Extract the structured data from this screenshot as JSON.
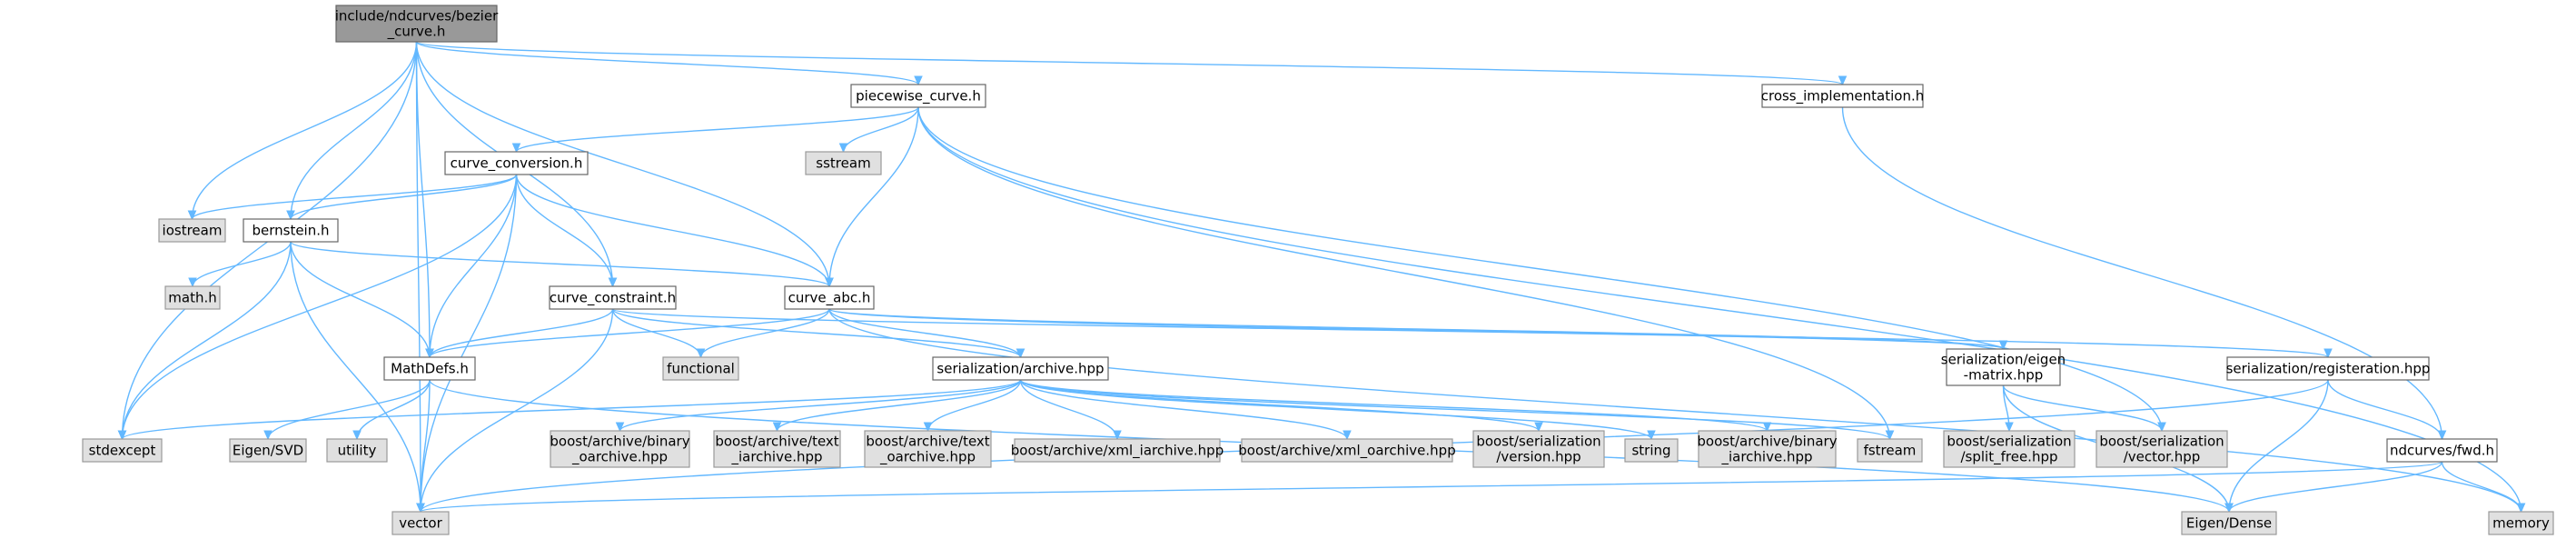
{
  "graph": {
    "node_colors": {
      "root": "#999999",
      "header": "#ffffff",
      "external": "#e0e0e0",
      "edge": "#63b8ff",
      "border": "#666666"
    },
    "nodes": [
      {
        "id": "bezier_curve",
        "kind": "root",
        "lines": [
          "include/ndcurves/bezier",
          "_curve.h"
        ]
      },
      {
        "id": "piecewise_curve",
        "kind": "header",
        "lines": [
          "piecewise_curve.h"
        ]
      },
      {
        "id": "cross_implementation",
        "kind": "header",
        "lines": [
          "cross_implementation.h"
        ]
      },
      {
        "id": "curve_conversion",
        "kind": "header",
        "lines": [
          "curve_conversion.h"
        ]
      },
      {
        "id": "sstream",
        "kind": "external",
        "lines": [
          "sstream"
        ]
      },
      {
        "id": "iostream",
        "kind": "external",
        "lines": [
          "iostream"
        ]
      },
      {
        "id": "bernstein",
        "kind": "header",
        "lines": [
          "bernstein.h"
        ]
      },
      {
        "id": "math_h",
        "kind": "external",
        "lines": [
          "math.h"
        ]
      },
      {
        "id": "curve_constraint",
        "kind": "header",
        "lines": [
          "curve_constraint.h"
        ]
      },
      {
        "id": "curve_abc",
        "kind": "header",
        "lines": [
          "curve_abc.h"
        ]
      },
      {
        "id": "mathdefs",
        "kind": "header",
        "lines": [
          "MathDefs.h"
        ]
      },
      {
        "id": "functional",
        "kind": "external",
        "lines": [
          "functional"
        ]
      },
      {
        "id": "ser_archive",
        "kind": "header",
        "lines": [
          "serialization/archive.hpp"
        ]
      },
      {
        "id": "ser_eigen",
        "kind": "header",
        "lines": [
          "serialization/eigen",
          "-matrix.hpp"
        ]
      },
      {
        "id": "ser_register",
        "kind": "header",
        "lines": [
          "serialization/registeration.hpp"
        ]
      },
      {
        "id": "stdexcept",
        "kind": "external",
        "lines": [
          "stdexcept"
        ]
      },
      {
        "id": "eigen_svd",
        "kind": "external",
        "lines": [
          "Eigen/SVD"
        ]
      },
      {
        "id": "utility",
        "kind": "external",
        "lines": [
          "utility"
        ]
      },
      {
        "id": "ba_bin_oarchive",
        "kind": "external",
        "lines": [
          "boost/archive/binary",
          "_oarchive.hpp"
        ]
      },
      {
        "id": "ba_text_iarchive",
        "kind": "external",
        "lines": [
          "boost/archive/text",
          "_iarchive.hpp"
        ]
      },
      {
        "id": "ba_text_oarchive",
        "kind": "external",
        "lines": [
          "boost/archive/text",
          "_oarchive.hpp"
        ]
      },
      {
        "id": "ba_xml_iarchive",
        "kind": "external",
        "lines": [
          "boost/archive/xml_iarchive.hpp"
        ]
      },
      {
        "id": "ba_xml_oarchive",
        "kind": "external",
        "lines": [
          "boost/archive/xml_oarchive.hpp"
        ]
      },
      {
        "id": "bs_version",
        "kind": "external",
        "lines": [
          "boost/serialization",
          "/version.hpp"
        ]
      },
      {
        "id": "string",
        "kind": "external",
        "lines": [
          "string"
        ]
      },
      {
        "id": "ba_bin_iarchive",
        "kind": "external",
        "lines": [
          "boost/archive/binary",
          "_iarchive.hpp"
        ]
      },
      {
        "id": "fstream",
        "kind": "external",
        "lines": [
          "fstream"
        ]
      },
      {
        "id": "bs_split_free",
        "kind": "external",
        "lines": [
          "boost/serialization",
          "/split_free.hpp"
        ]
      },
      {
        "id": "bs_vector",
        "kind": "external",
        "lines": [
          "boost/serialization",
          "/vector.hpp"
        ]
      },
      {
        "id": "fwd",
        "kind": "header",
        "lines": [
          "ndcurves/fwd.h"
        ]
      },
      {
        "id": "vector",
        "kind": "external",
        "lines": [
          "vector"
        ]
      },
      {
        "id": "eigen_dense",
        "kind": "external",
        "lines": [
          "Eigen/Dense"
        ]
      },
      {
        "id": "memory",
        "kind": "external",
        "lines": [
          "memory"
        ]
      }
    ],
    "edges": [
      [
        "bezier_curve",
        "piecewise_curve"
      ],
      [
        "bezier_curve",
        "cross_implementation"
      ],
      [
        "bezier_curve",
        "iostream"
      ],
      [
        "bezier_curve",
        "bernstein"
      ],
      [
        "bezier_curve",
        "curve_constraint"
      ],
      [
        "bezier_curve",
        "curve_abc"
      ],
      [
        "bezier_curve",
        "mathdefs"
      ],
      [
        "bezier_curve",
        "stdexcept"
      ],
      [
        "bezier_curve",
        "vector"
      ],
      [
        "piecewise_curve",
        "curve_conversion"
      ],
      [
        "piecewise_curve",
        "sstream"
      ],
      [
        "piecewise_curve",
        "curve_abc"
      ],
      [
        "piecewise_curve",
        "fstream"
      ],
      [
        "piecewise_curve",
        "bs_vector"
      ],
      [
        "piecewise_curve",
        "memory"
      ],
      [
        "cross_implementation",
        "fwd"
      ],
      [
        "curve_conversion",
        "iostream"
      ],
      [
        "curve_conversion",
        "bernstein"
      ],
      [
        "curve_conversion",
        "curve_constraint"
      ],
      [
        "curve_conversion",
        "curve_abc"
      ],
      [
        "curve_conversion",
        "mathdefs"
      ],
      [
        "curve_conversion",
        "stdexcept"
      ],
      [
        "curve_conversion",
        "vector"
      ],
      [
        "bernstein",
        "math_h"
      ],
      [
        "bernstein",
        "mathdefs"
      ],
      [
        "bernstein",
        "stdexcept"
      ],
      [
        "bernstein",
        "vector"
      ],
      [
        "bernstein",
        "curve_abc"
      ],
      [
        "curve_constraint",
        "mathdefs"
      ],
      [
        "curve_constraint",
        "functional"
      ],
      [
        "curve_constraint",
        "ser_archive"
      ],
      [
        "curve_constraint",
        "ser_eigen"
      ],
      [
        "curve_constraint",
        "vector"
      ],
      [
        "curve_abc",
        "mathdefs"
      ],
      [
        "curve_abc",
        "functional"
      ],
      [
        "curve_abc",
        "ser_archive"
      ],
      [
        "curve_abc",
        "ser_eigen"
      ],
      [
        "curve_abc",
        "ser_register"
      ],
      [
        "curve_abc",
        "memory"
      ],
      [
        "mathdefs",
        "eigen_svd"
      ],
      [
        "mathdefs",
        "utility"
      ],
      [
        "mathdefs",
        "vector"
      ],
      [
        "mathdefs",
        "eigen_dense"
      ],
      [
        "ser_archive",
        "stdexcept"
      ],
      [
        "ser_archive",
        "ba_bin_oarchive"
      ],
      [
        "ser_archive",
        "ba_text_iarchive"
      ],
      [
        "ser_archive",
        "ba_text_oarchive"
      ],
      [
        "ser_archive",
        "ba_xml_iarchive"
      ],
      [
        "ser_archive",
        "ba_xml_oarchive"
      ],
      [
        "ser_archive",
        "bs_version"
      ],
      [
        "ser_archive",
        "string"
      ],
      [
        "ser_archive",
        "ba_bin_iarchive"
      ],
      [
        "ser_archive",
        "fstream"
      ],
      [
        "ser_eigen",
        "bs_split_free"
      ],
      [
        "ser_eigen",
        "bs_vector"
      ],
      [
        "ser_eigen",
        "eigen_dense"
      ],
      [
        "ser_register",
        "fwd"
      ],
      [
        "ser_register",
        "vector"
      ],
      [
        "ser_register",
        "eigen_dense"
      ],
      [
        "fwd",
        "vector"
      ],
      [
        "fwd",
        "eigen_dense"
      ],
      [
        "fwd",
        "memory"
      ]
    ]
  }
}
